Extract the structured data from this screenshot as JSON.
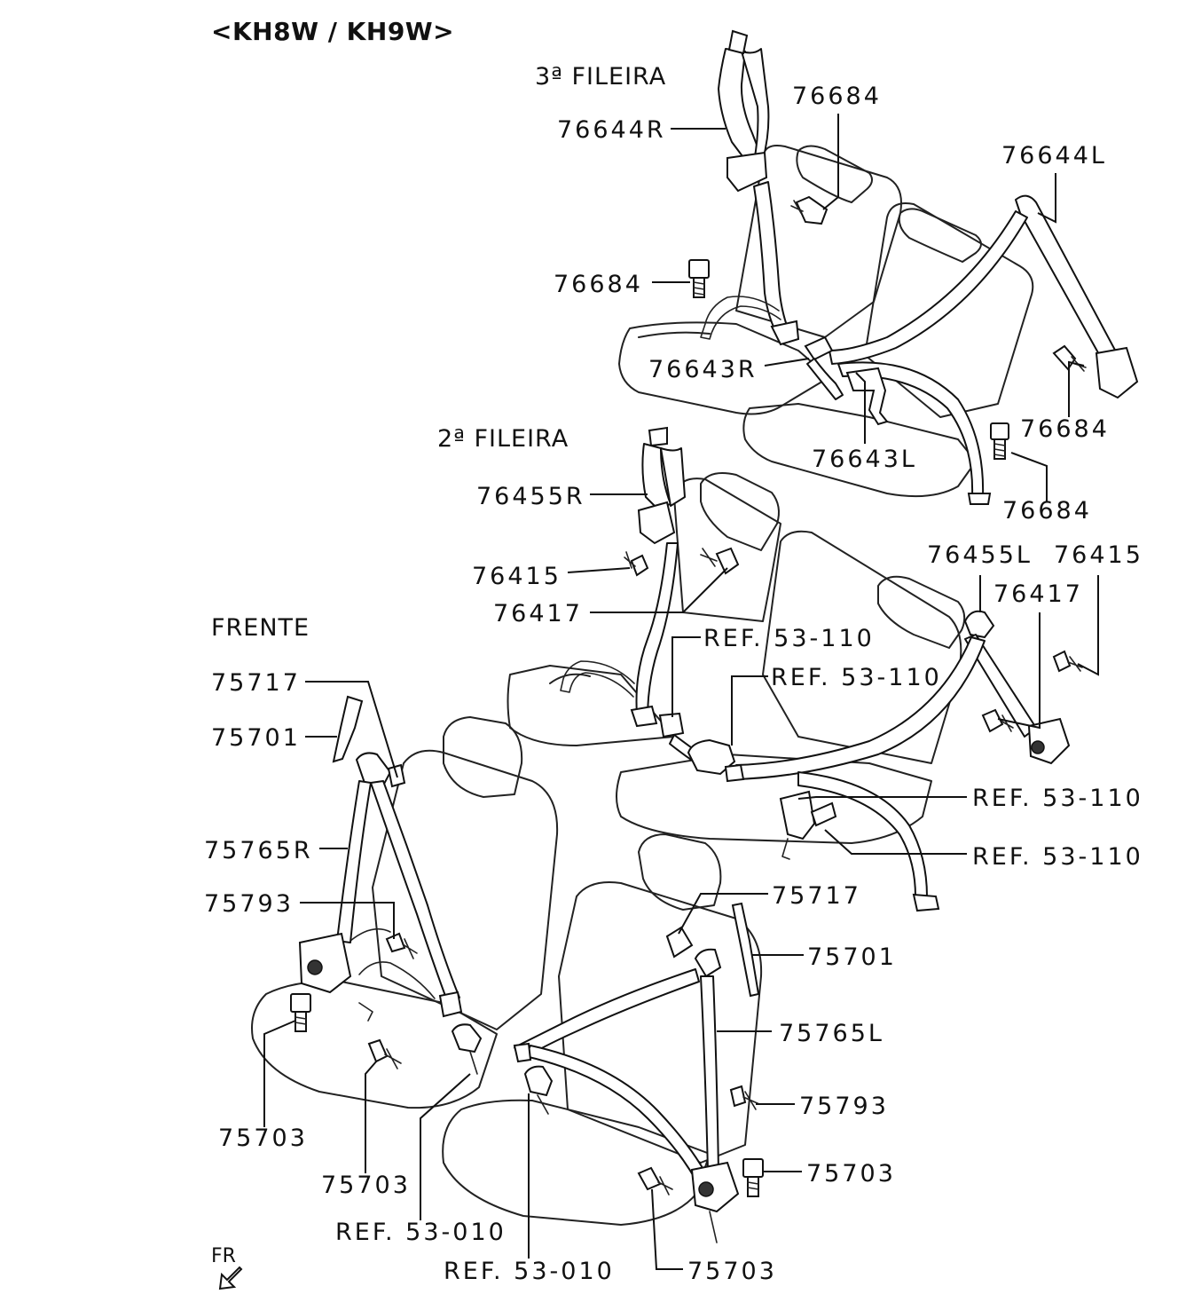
{
  "header": {
    "title": "<KH8W / KH9W>"
  },
  "sections": {
    "third_row": "3ª FILEIRA",
    "second_row": "2ª FILEIRA",
    "front": "FRENTE"
  },
  "labels": {
    "p76684_a": "76684",
    "p76644R": "76644R",
    "p76644L": "76644L",
    "p76684_b": "76684",
    "p76643R": "76643R",
    "p76684_c": "76684",
    "p76643L": "76643L",
    "p76684_d": "76684",
    "p76455R": "76455R",
    "p76415_a": "76415",
    "p76417_a": "76417",
    "p76455L": "76455L",
    "p76415_b": "76415",
    "p76417_b": "76417",
    "ref53110_a": "REF. 53-110",
    "ref53110_b": "REF. 53-110",
    "ref53110_c": "REF. 53-110",
    "ref53110_d": "REF. 53-110",
    "p75717_a": "75717",
    "p75701_a": "75701",
    "p75765R": "75765R",
    "p75793_a": "75793",
    "p75703_a": "75703",
    "p75703_b": "75703",
    "ref53010_a": "REF. 53-010",
    "ref53010_b": "REF. 53-010",
    "p75717_b": "75717",
    "p75701_b": "75701",
    "p75765L": "75765L",
    "p75793_b": "75793",
    "p75703_c": "75703",
    "p75703_d": "75703"
  },
  "orientation": {
    "text": "FR",
    "icon": "front-arrow-icon"
  },
  "colors": {
    "ink": "#111111",
    "background": "#ffffff"
  }
}
